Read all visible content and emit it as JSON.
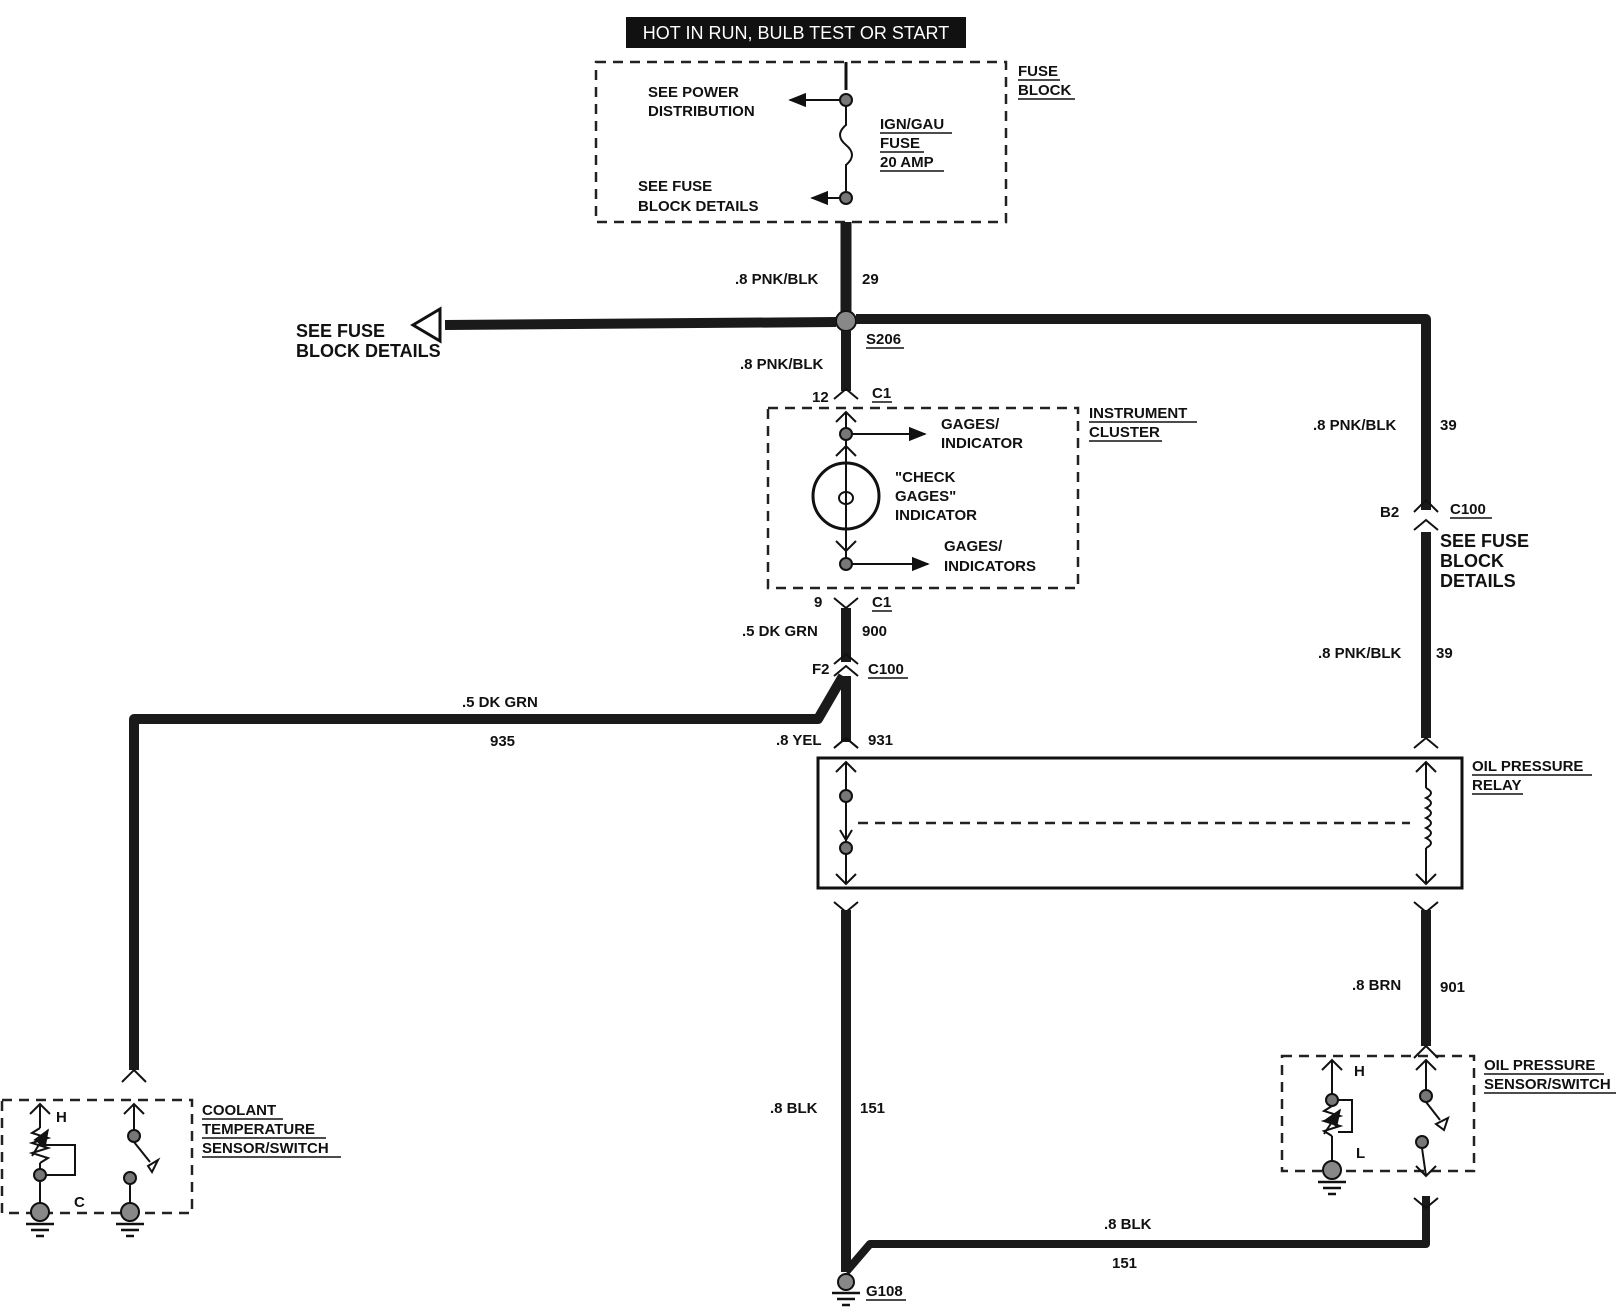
{
  "header": {
    "title": "HOT IN RUN, BULB TEST OR START"
  },
  "fuse_block": {
    "name_line1": "FUSE",
    "name_line2": "BLOCK",
    "see_power_1": "SEE POWER",
    "see_power_2": "DISTRIBUTION",
    "see_fuse_1": "SEE FUSE",
    "see_fuse_2": "BLOCK DETAILS",
    "fuse_1": "IGN/GAU",
    "fuse_2": "FUSE",
    "fuse_3": "20 AMP"
  },
  "wires": {
    "w29_color": ".8 PNK/BLK",
    "w29_num": "29",
    "left_ref_1": "SEE FUSE",
    "left_ref_2": "BLOCK DETAILS",
    "splice": "S206",
    "w_pnk_to_c1": ".8 PNK/BLK",
    "w39_top_color": ".8 PNK/BLK",
    "w39_top_num": "39",
    "w39_bot_color": ".8 PNK/BLK",
    "w39_bot_num": "39",
    "w900_color": ".5 DK GRN",
    "w900_num": "900",
    "w935_color": ".5 DK GRN",
    "w935_num": "935",
    "w931_color": ".8 YEL",
    "w931_num": "931",
    "w901_color": ".8 BRN",
    "w901_num": "901",
    "w151_color": ".8 BLK",
    "w151_num": "151",
    "w151h_color": ".8 BLK",
    "w151h_num": "151"
  },
  "connectors": {
    "c1_top_pin": "12",
    "c1_top": "C1",
    "c1_bot_pin": "9",
    "c1_bot": "C1",
    "c100_left_pin": "F2",
    "c100_left": "C100",
    "c100_right_pin": "B2",
    "c100_right": "C100",
    "right_ref_1": "SEE FUSE",
    "right_ref_2": "BLOCK",
    "right_ref_3": "DETAILS"
  },
  "cluster": {
    "name_1": "INSTRUMENT",
    "name_2": "CLUSTER",
    "gages_top_1": "GAGES/",
    "gages_top_2": "INDICATOR",
    "check_1": "\"CHECK",
    "check_2": "GAGES\"",
    "check_3": "INDICATOR",
    "gages_bot_1": "GAGES/",
    "gages_bot_2": "INDICATORS"
  },
  "relay": {
    "name_1": "OIL PRESSURE",
    "name_2": "RELAY"
  },
  "coolant": {
    "name_1": "COOLANT",
    "name_2": "TEMPERATURE",
    "name_3": "SENSOR/SWITCH",
    "h": "H",
    "c": "C"
  },
  "oil_sensor": {
    "name_1": "OIL PRESSURE",
    "name_2": "SENSOR/SWITCH",
    "h": "H",
    "l": "L"
  },
  "ground": {
    "name": "G108"
  }
}
